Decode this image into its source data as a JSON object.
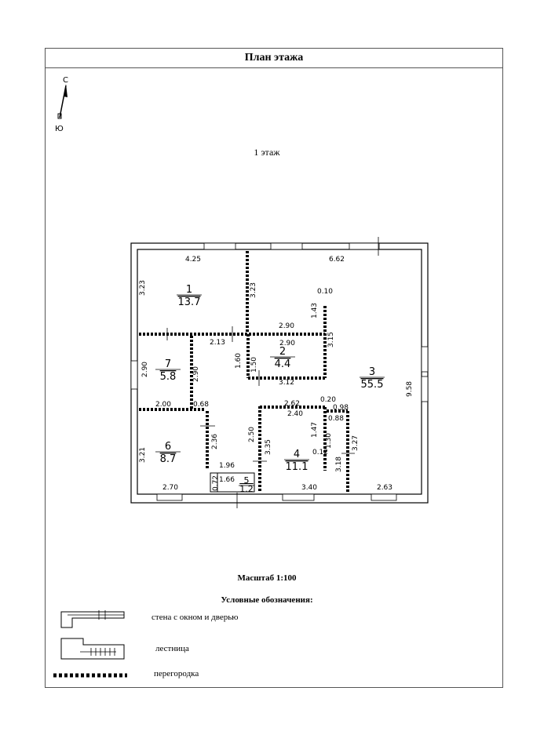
{
  "title": "План этажа",
  "compass": {
    "north": "С",
    "south": "Ю"
  },
  "floor_label": "1 этаж",
  "scale": "Масштаб 1:100",
  "legend": {
    "title": "Условные обозначения:",
    "items": [
      {
        "icon": "wall-window-door-icon",
        "text": "стена с окном и дверью"
      },
      {
        "icon": "staircase-icon",
        "text": "лестница"
      },
      {
        "icon": "partition-icon",
        "text": "перегородка"
      }
    ]
  },
  "rooms": [
    {
      "number": "1",
      "area": "13.7"
    },
    {
      "number": "2",
      "area": "4.4"
    },
    {
      "number": "3",
      "area": "55.5"
    },
    {
      "number": "4",
      "area": "11.1"
    },
    {
      "number": "5",
      "area": "1.2"
    },
    {
      "number": "6",
      "area": "8.7"
    },
    {
      "number": "7",
      "area": "5.8"
    }
  ],
  "dimensions": [
    "4.25",
    "6.62",
    "3.23",
    "3.23",
    "0.10",
    "1.43",
    "2.90",
    "2.90",
    "3.15",
    "2.13",
    "1.60",
    "1.50",
    "3.12",
    "2.90",
    "2.90",
    "9.58",
    "2.00",
    "0.68",
    "2.62",
    "2.40",
    "0.20",
    "0.98",
    "0.88",
    "1.47",
    "1.30",
    "0.12",
    "3.27",
    "2.36",
    "2.50",
    "3.35",
    "3.21",
    "3.18",
    "1.96",
    "0.72",
    "1.66",
    "2.70",
    "3.40",
    "2.63"
  ]
}
